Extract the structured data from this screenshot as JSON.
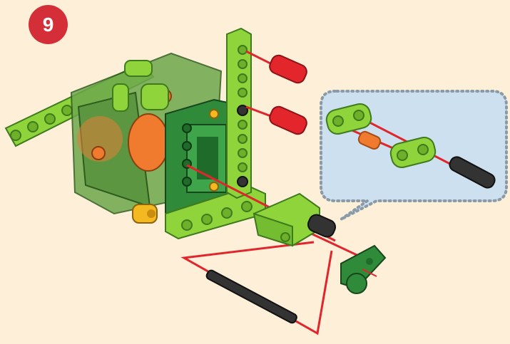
{
  "step": {
    "number": "9",
    "badge_color": "#d42f38"
  },
  "colors": {
    "background": "#fdefd8",
    "lime_beam": "#8fd43a",
    "dark_green": "#2f8a3a",
    "red_pin": "#e2262c",
    "orange_part": "#f07b2e",
    "yellow_bushing": "#f4b820",
    "black_axle": "#333333",
    "callout_fill": "#cde0ef",
    "callout_border": "#8a9aa8",
    "guide_line": "#e0262c"
  },
  "parts": [
    {
      "name": "motor-box-assembly"
    },
    {
      "name": "vertical-beam"
    },
    {
      "name": "horizontal-beam"
    },
    {
      "name": "red-pin"
    },
    {
      "name": "red-pin"
    },
    {
      "name": "yellow-bushing"
    },
    {
      "name": "lime-angled-connector"
    },
    {
      "name": "black-axle-pin"
    },
    {
      "name": "dark-green-crank"
    },
    {
      "name": "black-axle"
    }
  ],
  "callout": {
    "parts": [
      "lime-connector",
      "orange-pin",
      "lime-connector",
      "black-axle"
    ]
  }
}
